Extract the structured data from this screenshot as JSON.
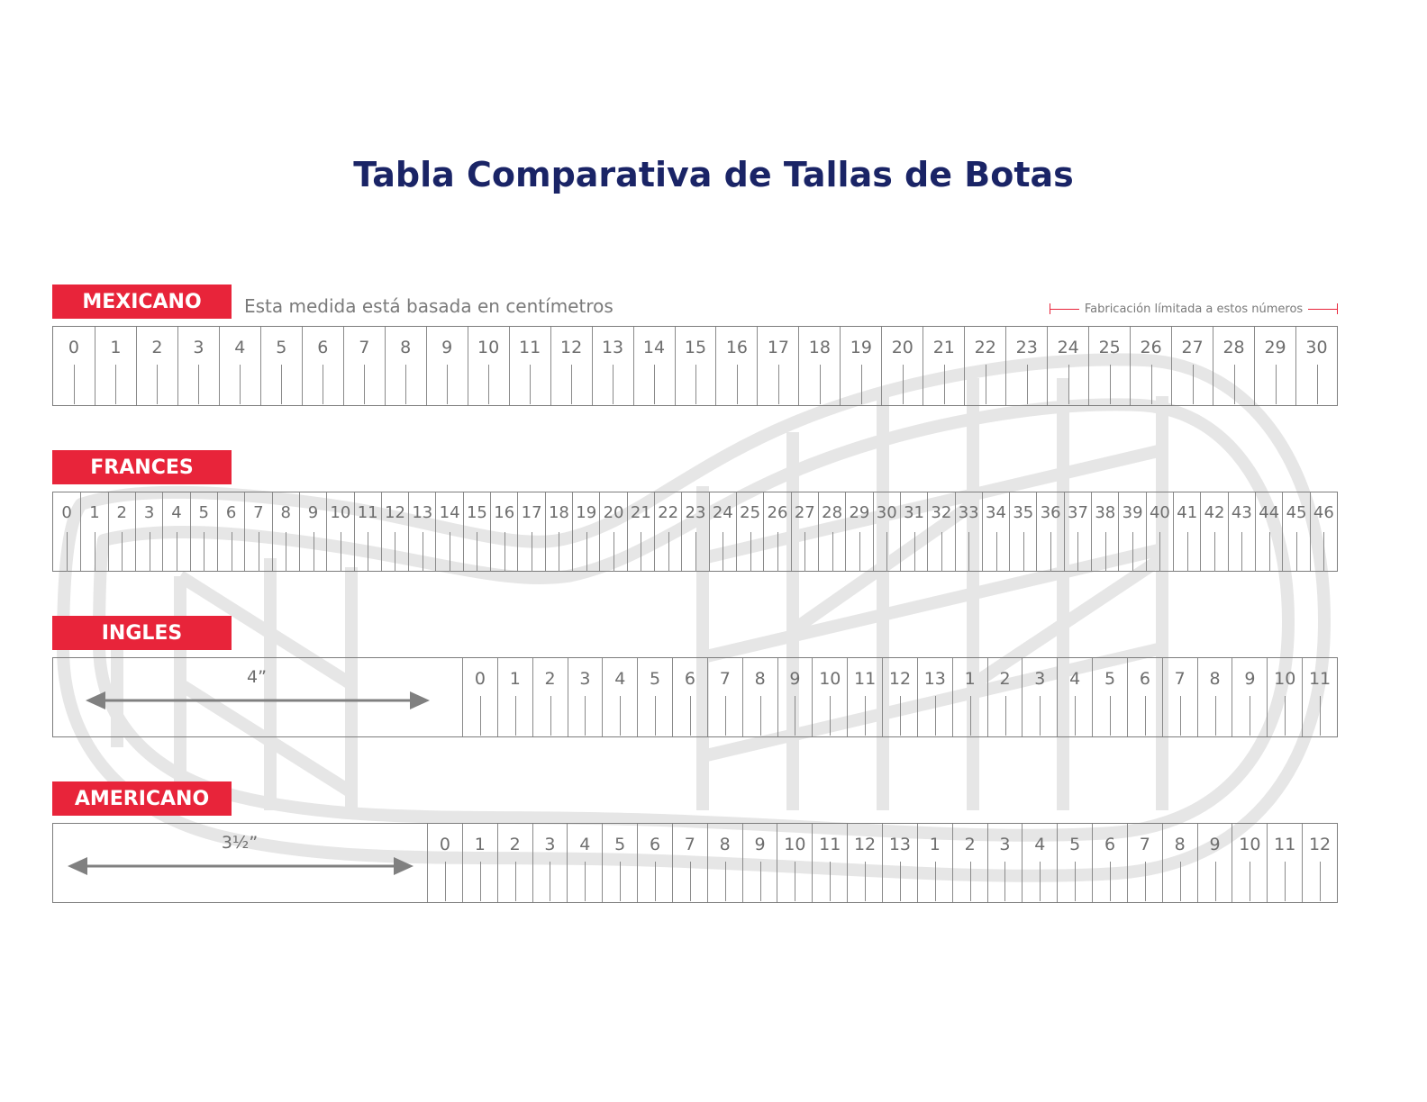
{
  "title": "Tabla Comparativa de Tallas de Botas",
  "mexicano": {
    "label": "MEXICANO",
    "note": "Esta medida está basada en centímetros",
    "fabricacion_note": "Fabricación límitada a estos números",
    "numbers": [
      "0",
      "1",
      "2",
      "3",
      "4",
      "5",
      "6",
      "7",
      "8",
      "9",
      "10",
      "11",
      "12",
      "13",
      "14",
      "15",
      "16",
      "17",
      "18",
      "19",
      "20",
      "21",
      "22",
      "23",
      "24",
      "25",
      "26",
      "27",
      "28",
      "29",
      "30"
    ]
  },
  "frances": {
    "label": "FRANCES",
    "numbers": [
      "0",
      "1",
      "2",
      "3",
      "4",
      "5",
      "6",
      "7",
      "8",
      "9",
      "10",
      "11",
      "12",
      "13",
      "14",
      "15",
      "16",
      "17",
      "18",
      "19",
      "20",
      "21",
      "22",
      "23",
      "24",
      "25",
      "26",
      "27",
      "28",
      "29",
      "30",
      "31",
      "32",
      "33",
      "34",
      "35",
      "36",
      "37",
      "38",
      "39",
      "40",
      "41",
      "42",
      "43",
      "44",
      "45",
      "46"
    ]
  },
  "ingles": {
    "label": "INGLES",
    "offset_label": "4”",
    "numbers": [
      "0",
      "1",
      "2",
      "3",
      "4",
      "5",
      "6",
      "7",
      "8",
      "9",
      "10",
      "11",
      "12",
      "13",
      "1",
      "2",
      "3",
      "4",
      "5",
      "6",
      "7",
      "8",
      "9",
      "10",
      "11"
    ]
  },
  "americano": {
    "label": "AMERICANO",
    "offset_label": "3½”",
    "numbers": [
      "0",
      "1",
      "2",
      "3",
      "4",
      "5",
      "6",
      "7",
      "8",
      "9",
      "10",
      "11",
      "12",
      "13",
      "1",
      "2",
      "3",
      "4",
      "5",
      "6",
      "7",
      "8",
      "9",
      "10",
      "11",
      "12"
    ]
  },
  "colors": {
    "accent": "#e8243a",
    "title": "#1a2466",
    "lines": "#8a8a8a",
    "watermark": "#e6e6e6"
  }
}
